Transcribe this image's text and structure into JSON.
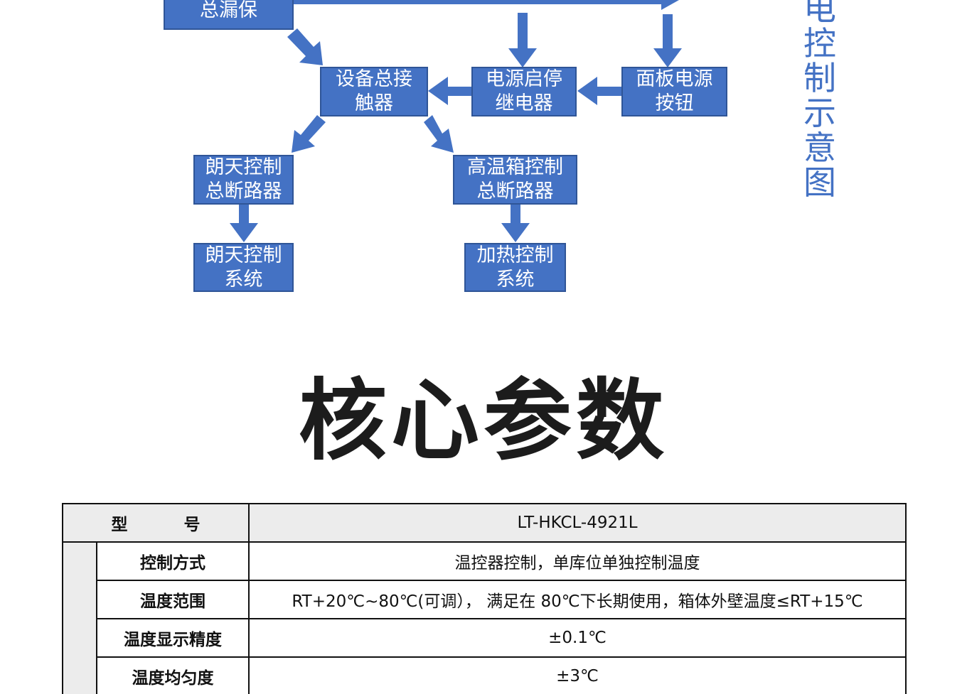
{
  "diagram": {
    "boxes": {
      "leak": [
        "总漏保"
      ],
      "contactor": [
        "设备总接",
        "触器"
      ],
      "relay": [
        "电源启停",
        "继电器"
      ],
      "panel": [
        "面板电源",
        "按钮"
      ],
      "lt_breaker": [
        "朗天控制",
        "总断路器"
      ],
      "ht_breaker": [
        "高温箱控制",
        "总断路器"
      ],
      "lt_system": [
        "朗天控制",
        "系统"
      ],
      "heat_system": [
        "加热控制",
        "系统"
      ]
    },
    "side_title": [
      "电",
      "控",
      "制",
      "示",
      "意",
      "图"
    ]
  },
  "heading": "核心参数",
  "table": {
    "model_label": "型　号",
    "model_value": "LT-HKCL-4921L",
    "rows": [
      {
        "label": "控制方式",
        "value": "温控器控制，单库位单独控制温度"
      },
      {
        "label": "温度范围",
        "value": "RT+20℃~80℃(可调）， 满足在 80℃下长期使用，箱体外壁温度≤RT+15℃"
      },
      {
        "label": "温度显示精度",
        "value": "±0.1℃"
      },
      {
        "label": "温度均匀度",
        "value": "±3℃"
      }
    ]
  },
  "colors": {
    "box_fill": "#4472c4",
    "box_border": "#2f5597",
    "arrow": "#4472c4",
    "heading": "#1c1c1c",
    "header_bg": "#ececec"
  }
}
